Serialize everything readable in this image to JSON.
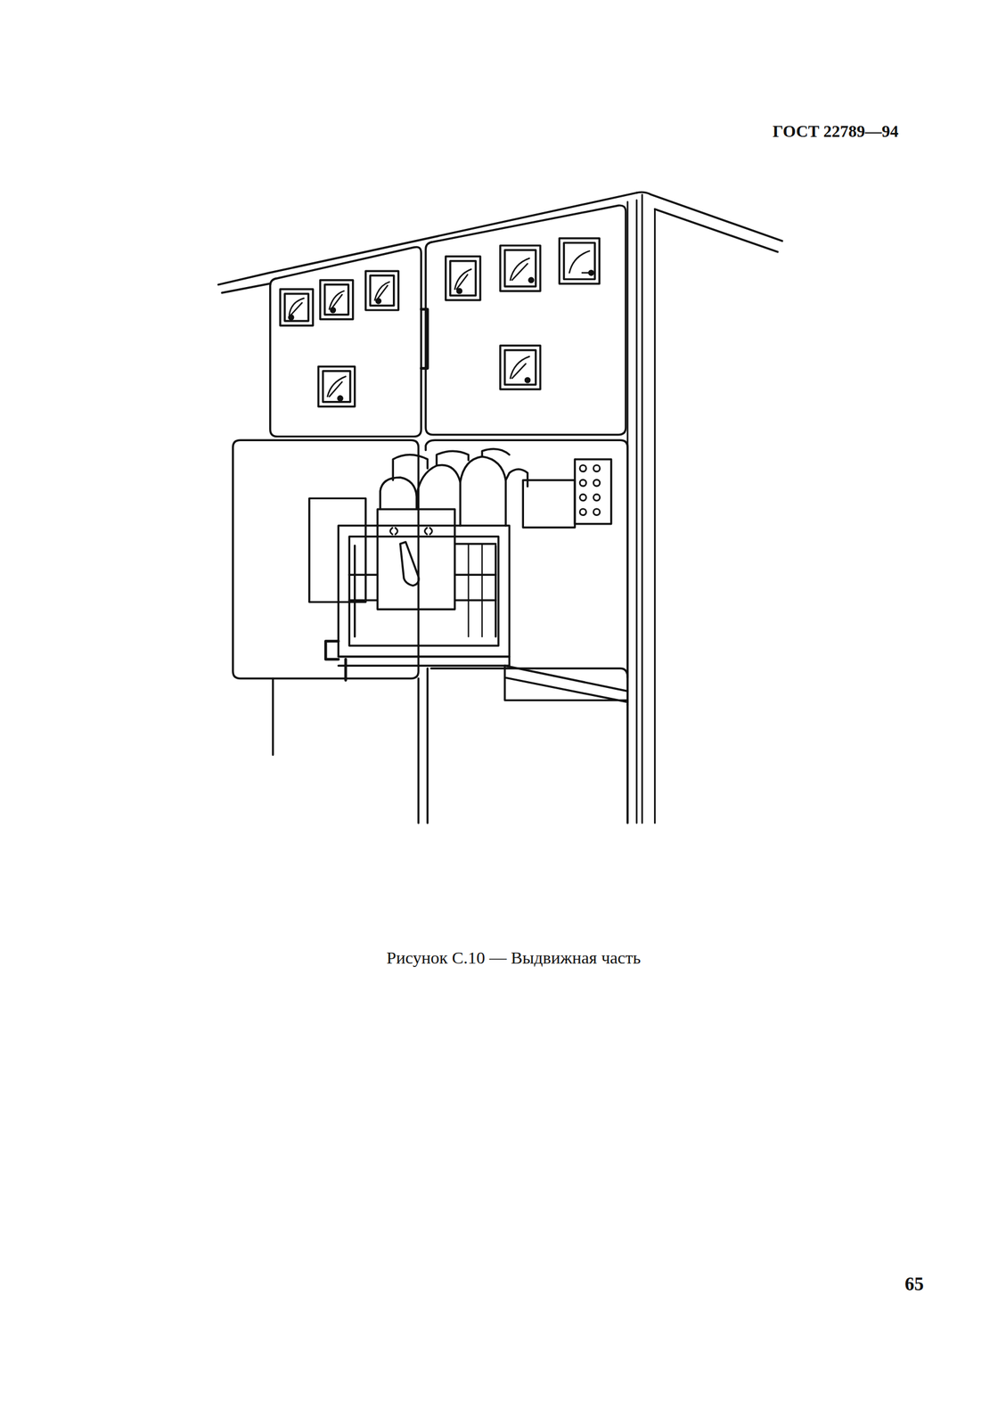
{
  "diagram": {
    "caption": "Рисунок С.10 — Выдвижная часть",
    "labels": [
      "ГОСТ 22789—94",
      "65"
    ]
  }
}
